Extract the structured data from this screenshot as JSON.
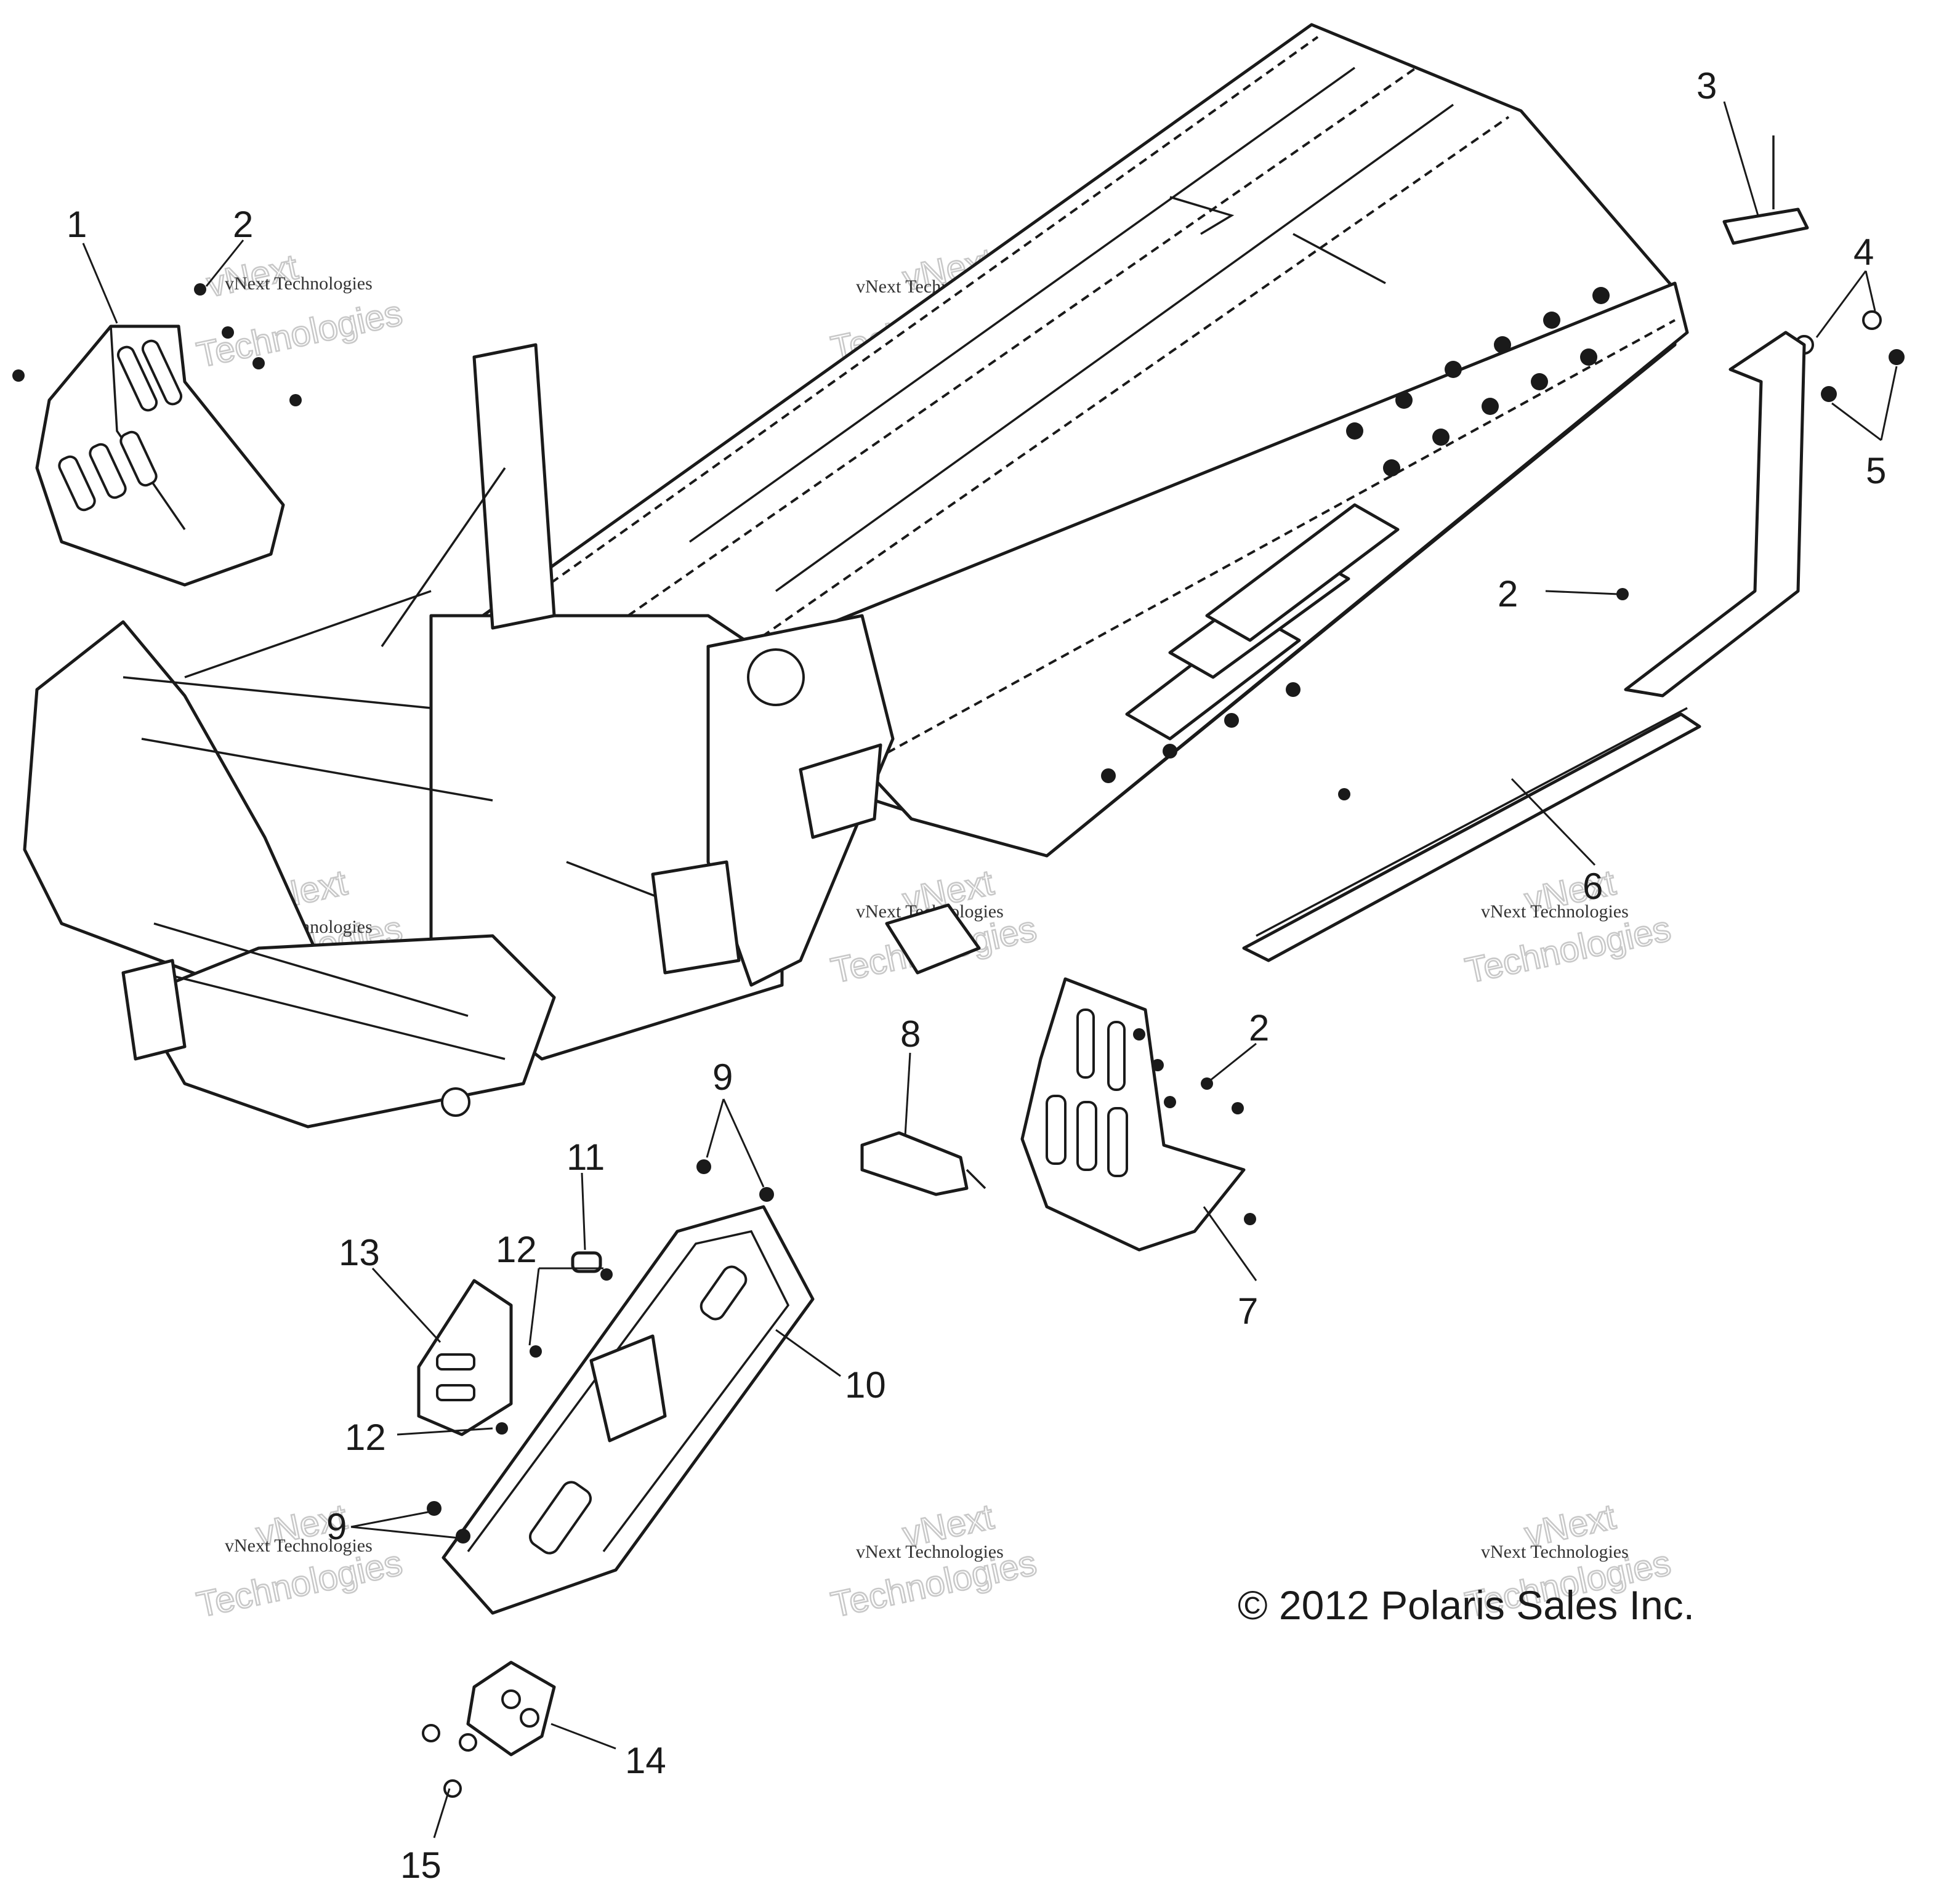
{
  "callouts": {
    "c1": "1",
    "c2a": "2",
    "c2b": "2",
    "c2c": "2",
    "c3": "3",
    "c4": "4",
    "c5": "5",
    "c6": "6",
    "c7": "7",
    "c8": "8",
    "c9a": "9",
    "c9b": "9",
    "c10": "10",
    "c11": "11",
    "c12a": "12",
    "c12b": "12",
    "c13": "13",
    "c14": "14",
    "c15": "15"
  },
  "copyright": "© 2012 Polaris Sales Inc.",
  "watermark": {
    "line_small": "vNext Technologies",
    "line_big_1": "vNext",
    "line_big_2": "Technologies"
  },
  "colors": {
    "ink": "#1a1a1a",
    "watermark": "#c8c8c8",
    "background": "#ffffff"
  }
}
